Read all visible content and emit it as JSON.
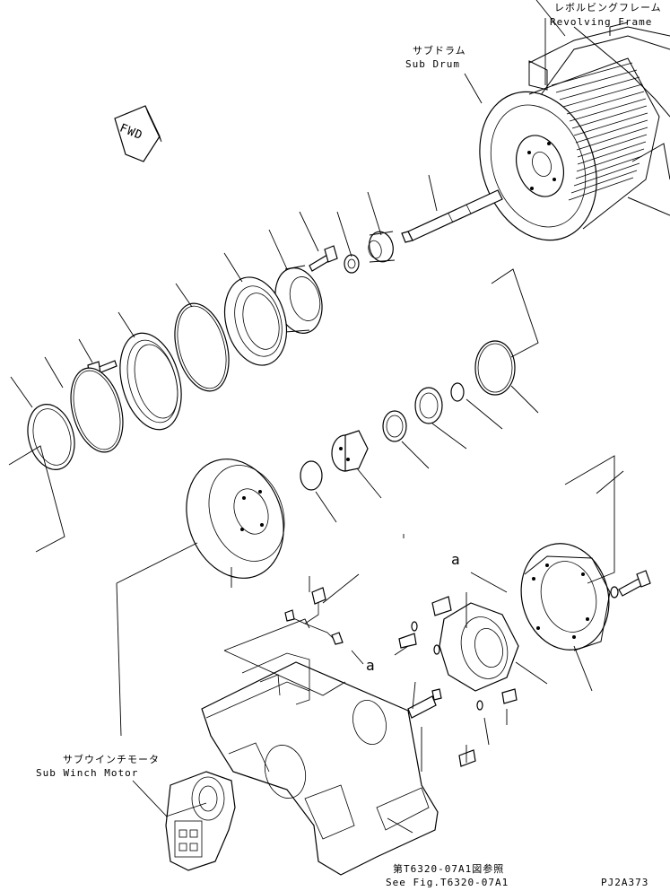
{
  "labels": {
    "revolving_frame_jp": "レボルビングフレーム",
    "revolving_frame_en": "Revolving Frame",
    "sub_drum_jp": "サブドラム",
    "sub_drum_en": "Sub Drum",
    "fwd": "FWD",
    "detail_a_top": "a",
    "detail_a_bottom": "a",
    "sub_winch_motor_jp": "サブウインチモータ",
    "sub_winch_motor_en": "Sub Winch Motor",
    "see_fig_jp": "第T6320-07A1図参照",
    "see_fig_en": "See Fig.T6320-07A1",
    "drawing_no": "PJ2A373"
  }
}
